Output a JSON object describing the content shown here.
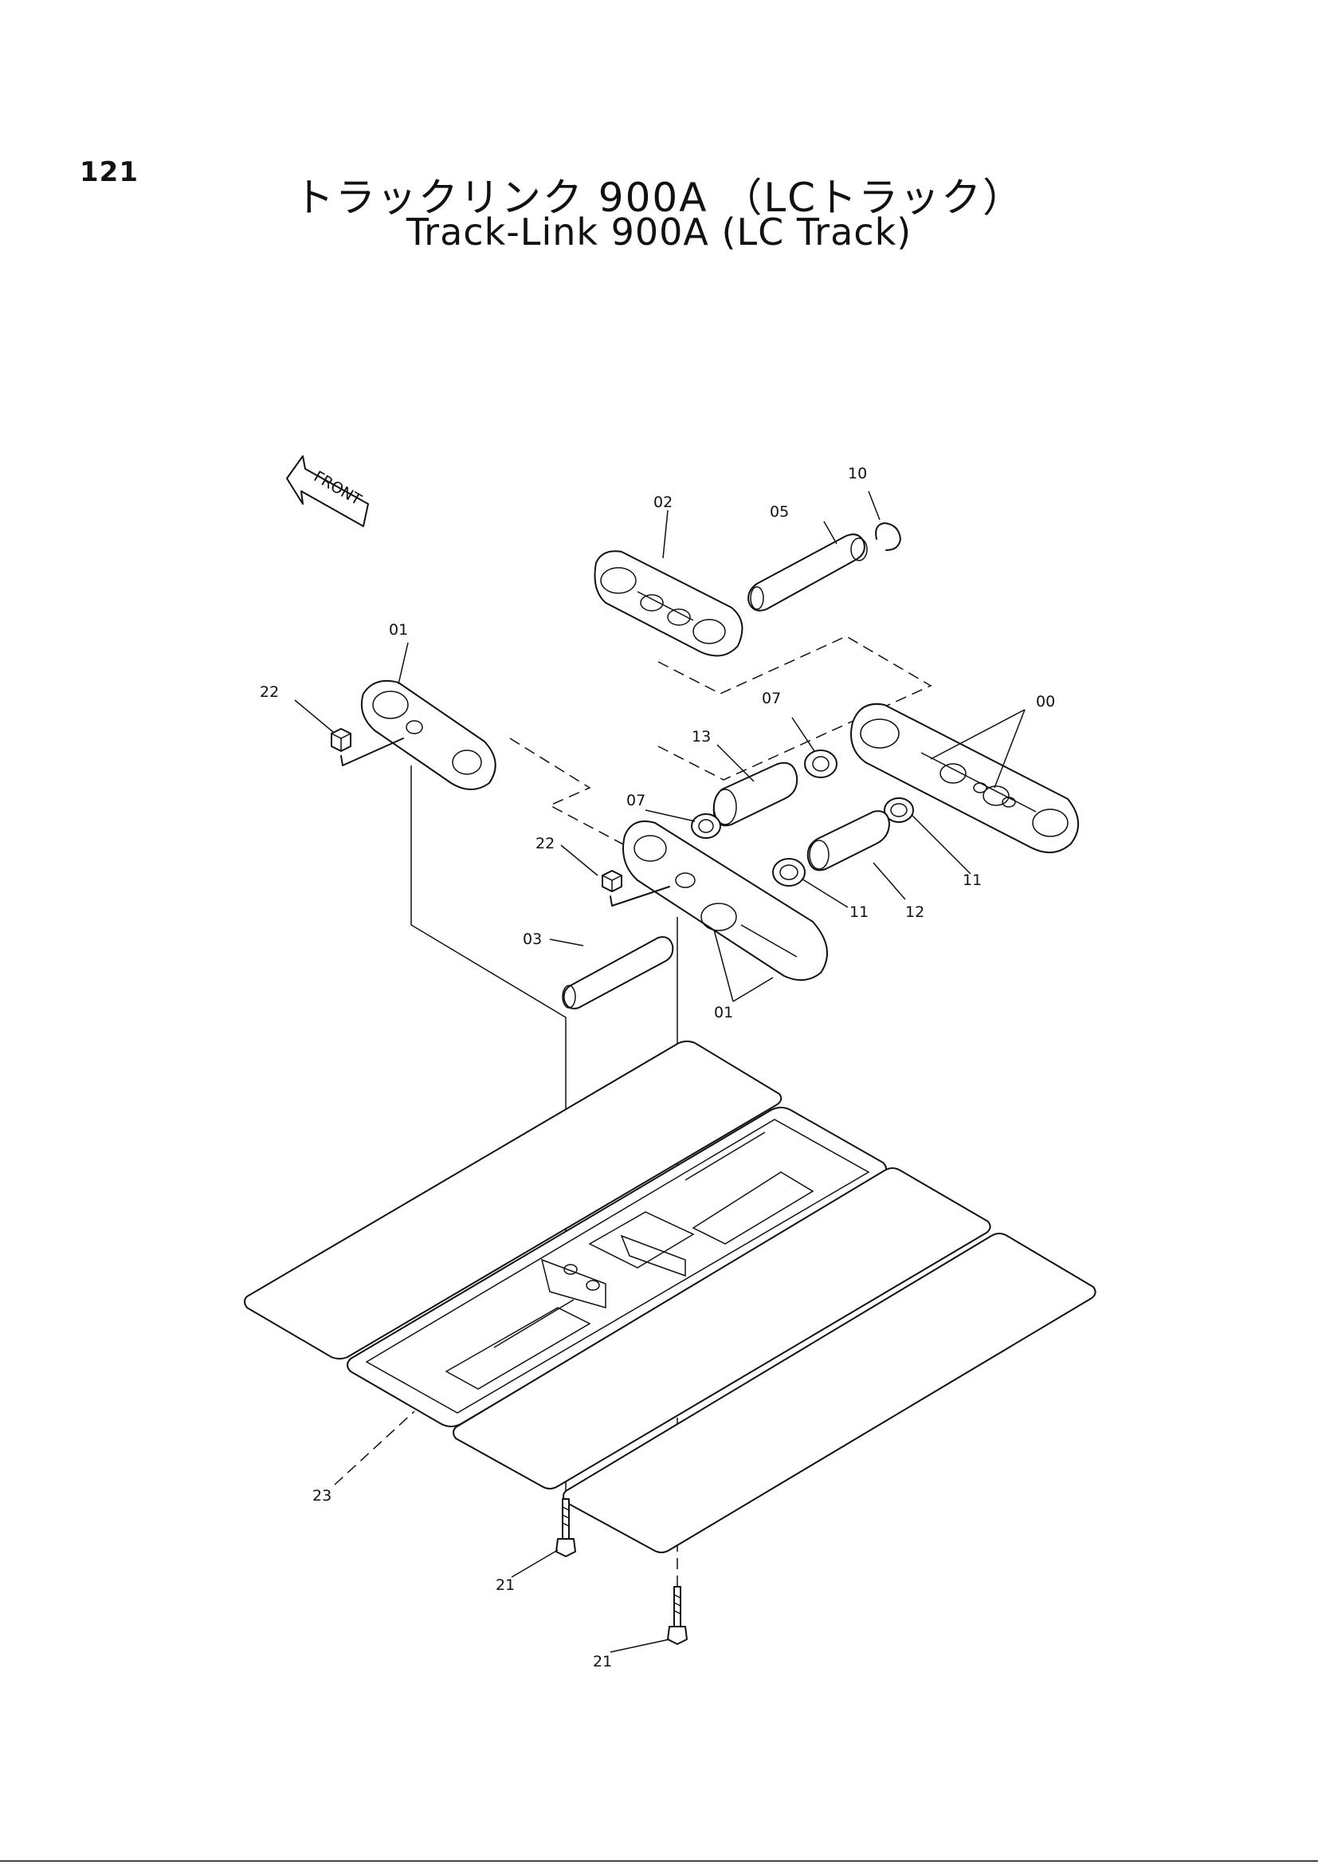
{
  "page_number": "121",
  "title_jp": "トラックリンク 900A （LCトラック）",
  "title_en": "Track-Link 900A (LC Track)",
  "front_label": "FRONT",
  "callouts": {
    "c00": "00",
    "c01a": "01",
    "c01b": "01",
    "c02": "02",
    "c03": "03",
    "c05": "05",
    "c07a": "07",
    "c07b": "07",
    "c10": "10",
    "c11a": "11",
    "c11b": "11",
    "c12": "12",
    "c13": "13",
    "c21a": "21",
    "c21b": "21",
    "c22a": "22",
    "c22b": "22",
    "c23": "23"
  }
}
